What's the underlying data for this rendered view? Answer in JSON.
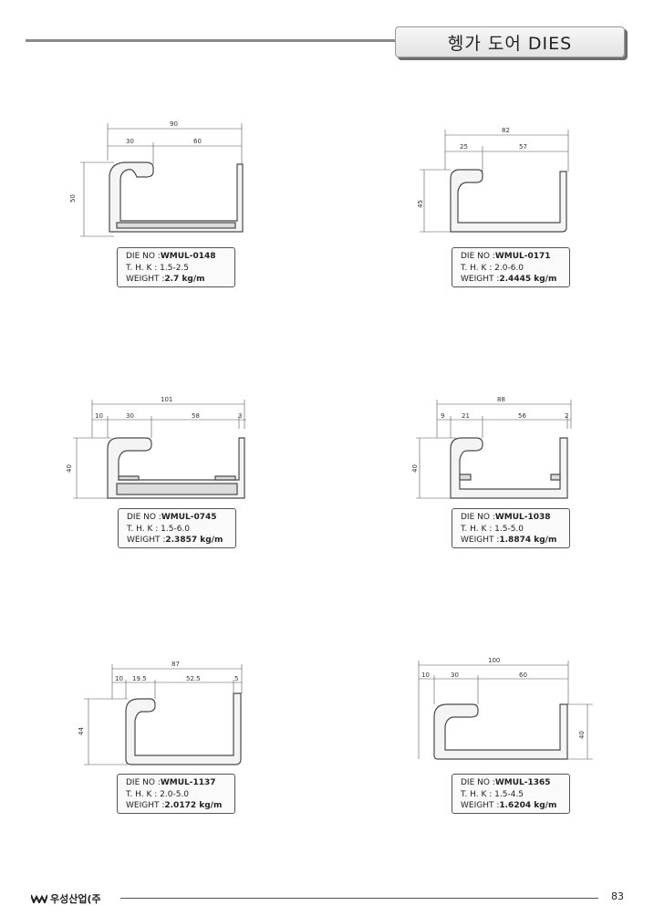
{
  "header": {
    "title": "헹가 도어 DIES"
  },
  "labels": {
    "die": "DIE NO :",
    "thk": "T. H. K :",
    "weight": "WEIGHT :"
  },
  "dies": [
    {
      "die_no": "WMUL-0148",
      "thk": "1.5-2.5",
      "weight": "2.7 kg/m",
      "dims": {
        "total": "90",
        "a": "30",
        "b": "60",
        "height": "50"
      }
    },
    {
      "die_no": "WMUL-0171",
      "thk": "2.0-6.0",
      "weight": "2.4445 kg/m",
      "dims": {
        "total": "82",
        "a": "25",
        "b": "57",
        "height": "45"
      }
    },
    {
      "die_no": "WMUL-0745",
      "thk": "1.5-6.0",
      "weight": "2.3857 kg/m",
      "dims": {
        "total": "101",
        "lead": "10",
        "a": "30",
        "b": "58",
        "tail": "3",
        "height": "40"
      }
    },
    {
      "die_no": "WMUL-1038",
      "thk": "1.5-5.0",
      "weight": "1.8874 kg/m",
      "dims": {
        "total": "88",
        "lead": "9",
        "a": "21",
        "b": "56",
        "tail": "2",
        "height": "40"
      }
    },
    {
      "die_no": "WMUL-1137",
      "thk": "2.0-5.0",
      "weight": "2.0172 kg/m",
      "dims": {
        "total": "87",
        "lead": "10",
        "a": "19.5",
        "b": "52.5",
        "tail": "5",
        "height": "44"
      }
    },
    {
      "die_no": "WMUL-1365",
      "thk": "1.5-4.5",
      "weight": "1.6204 kg/m",
      "dims": {
        "total": "100",
        "lead": "10",
        "a": "30",
        "b": "60",
        "height": "40"
      }
    }
  ],
  "footer": {
    "company": "우성산업(주",
    "page": "83",
    "logo_icon": "company-logo-icon"
  }
}
